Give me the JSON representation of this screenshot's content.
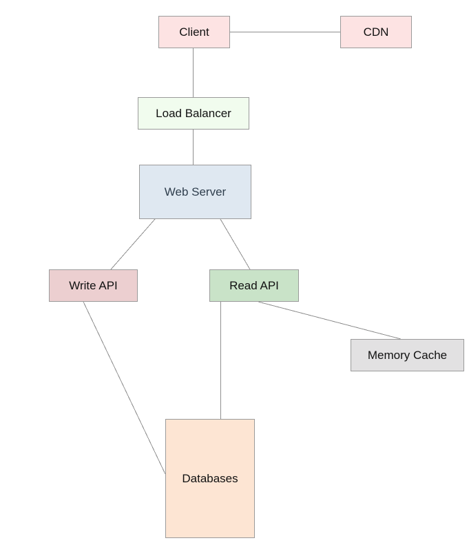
{
  "diagram": {
    "nodes": [
      {
        "id": "client",
        "label": "Client",
        "color": "#fde3e3"
      },
      {
        "id": "cdn",
        "label": "CDN",
        "color": "#fde3e3"
      },
      {
        "id": "load_balancer",
        "label": "Load Balancer",
        "color": "#f1fcee"
      },
      {
        "id": "web_server",
        "label": "Web Server",
        "color": "#dfe8f1"
      },
      {
        "id": "write_api",
        "label": "Write API",
        "color": "#eccfd0"
      },
      {
        "id": "read_api",
        "label": "Read API",
        "color": "#c9e3c8"
      },
      {
        "id": "memory_cache",
        "label": "Memory Cache",
        "color": "#e2e1e2"
      },
      {
        "id": "databases",
        "label": "Databases",
        "color": "#fde5d3"
      }
    ],
    "edges": [
      {
        "from": "client",
        "to": "cdn"
      },
      {
        "from": "client",
        "to": "load_balancer"
      },
      {
        "from": "load_balancer",
        "to": "web_server"
      },
      {
        "from": "web_server",
        "to": "write_api"
      },
      {
        "from": "web_server",
        "to": "read_api"
      },
      {
        "from": "read_api",
        "to": "memory_cache"
      },
      {
        "from": "read_api",
        "to": "databases"
      },
      {
        "from": "write_api",
        "to": "databases"
      }
    ]
  }
}
